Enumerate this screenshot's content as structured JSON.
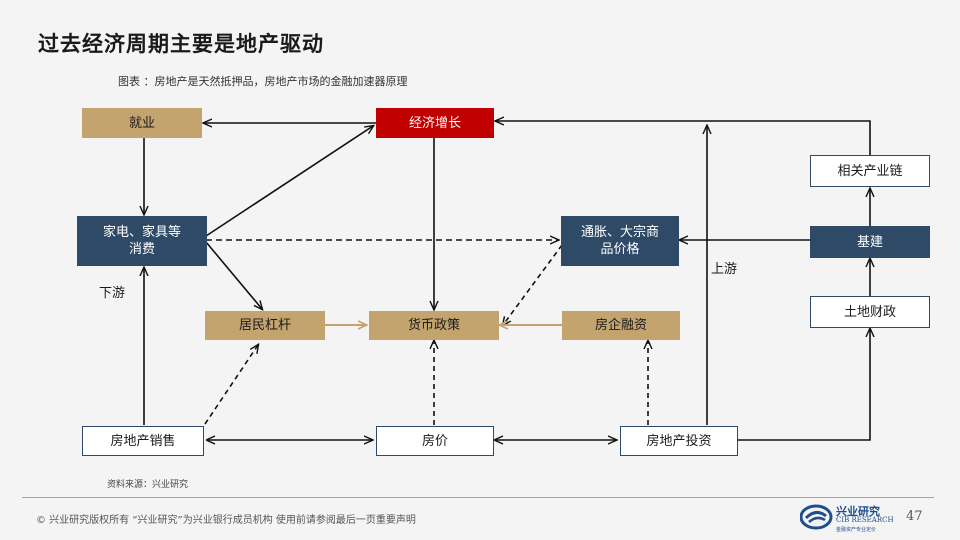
{
  "title": "过去经济周期主要是地产驱动",
  "caption": "图表 ：房地产是天然抵押品，房地产市场的金融加速器原理",
  "nodes": {
    "employment": "就业",
    "growth": "经济增长",
    "appliances": "家电、家具等\n消费",
    "inflation": "通胀、大宗商\n品价格",
    "chain": "相关产业链",
    "infra": "基建",
    "land_finance": "土地财政",
    "leverage": "居民杠杆",
    "monetary": "货币政策",
    "housing_finance": "房企融资",
    "sales": "房地产销售",
    "price": "房价",
    "investment": "房地产投资"
  },
  "labels": {
    "downstream": "下游",
    "upstream": "上游"
  },
  "source": "资料来源：兴业研究",
  "footer": {
    "text": "©  兴业研究版权所有   “兴业研究”为兴业银行成员机构   使用前请参阅最后一页重要声明",
    "logo_cn": "兴业研究",
    "logo_en": "CIB RESEARCH",
    "logo_sub": "金融资产专业定价",
    "page": "47"
  },
  "colors": {
    "tan": "#c4a46e",
    "navy": "#2e4a66",
    "red": "#c00000",
    "arrow_tan": "#c4a46e"
  }
}
